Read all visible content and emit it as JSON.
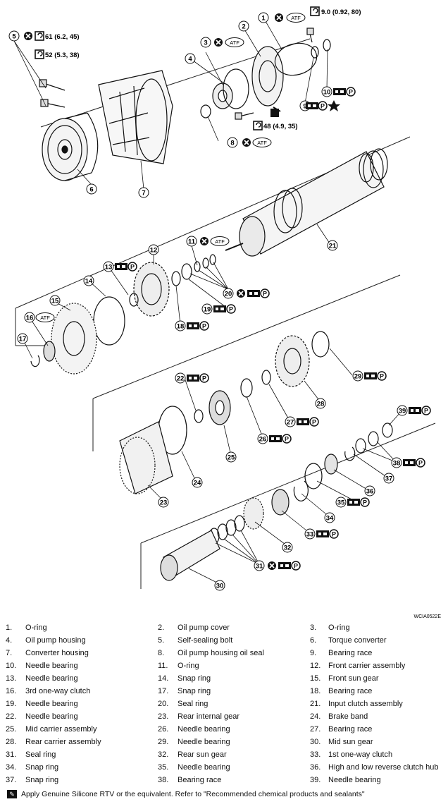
{
  "figure_code": "WCIA0522E",
  "torques": {
    "t1": "9.0  (0.92,  80)",
    "t5a": "61  (6.2,  45)",
    "t5b": "52  (5.3,  38)",
    "t2": "48  (4.9,  35)"
  },
  "atf_label": "ATF",
  "callouts": [
    "1",
    "2",
    "3",
    "4",
    "5",
    "6",
    "7",
    "8",
    "9",
    "10",
    "11",
    "12",
    "13",
    "14",
    "15",
    "16",
    "17",
    "18",
    "19",
    "20",
    "21",
    "22",
    "23",
    "24",
    "25",
    "26",
    "27",
    "28",
    "29",
    "30",
    "31",
    "32",
    "33",
    "34",
    "35",
    "36",
    "37",
    "38",
    "39"
  ],
  "legend": [
    [
      "1.",
      "O-ring",
      "2.",
      "Oil pump cover",
      "3.",
      "O-ring"
    ],
    [
      "4.",
      "Oil pump housing",
      "5.",
      "Self-sealing bolt",
      "6.",
      "Torque converter"
    ],
    [
      "7.",
      "Converter housing",
      "8.",
      "Oil pump housing oil seal",
      "9.",
      "Bearing race"
    ],
    [
      "10.",
      "Needle bearing",
      "11.",
      "O-ring",
      "12.",
      "Front carrier assembly"
    ],
    [
      "13.",
      "Needle bearing",
      "14.",
      "Snap ring",
      "15.",
      "Front sun gear"
    ],
    [
      "16.",
      "3rd one-way clutch",
      "17.",
      "Snap ring",
      "18.",
      "Bearing race"
    ],
    [
      "19.",
      "Needle bearing",
      "20.",
      "Seal ring",
      "21.",
      "Input clutch assembly"
    ],
    [
      "22.",
      "Needle bearing",
      "23.",
      "Rear internal gear",
      "24.",
      "Brake band"
    ],
    [
      "25.",
      "Mid carrier assembly",
      "26.",
      "Needle bearing",
      "27.",
      "Bearing race"
    ],
    [
      "28.",
      "Rear carrier assembly",
      "29.",
      "Needle bearing",
      "30.",
      "Mid sun gear"
    ],
    [
      "31.",
      "Seal ring",
      "32.",
      "Rear sun gear",
      "33.",
      "1st one-way clutch"
    ],
    [
      "34.",
      "Snap ring",
      "35.",
      "Needle bearing",
      "36.",
      "High and low reverse clutch hub"
    ],
    [
      "37.",
      "Snap ring",
      "38.",
      "Bearing race",
      "39.",
      "Needle bearing"
    ]
  ],
  "note": "Apply Genuine Silicone RTV or the equivalent. Refer to \"Recommended chemical products and sealants\""
}
